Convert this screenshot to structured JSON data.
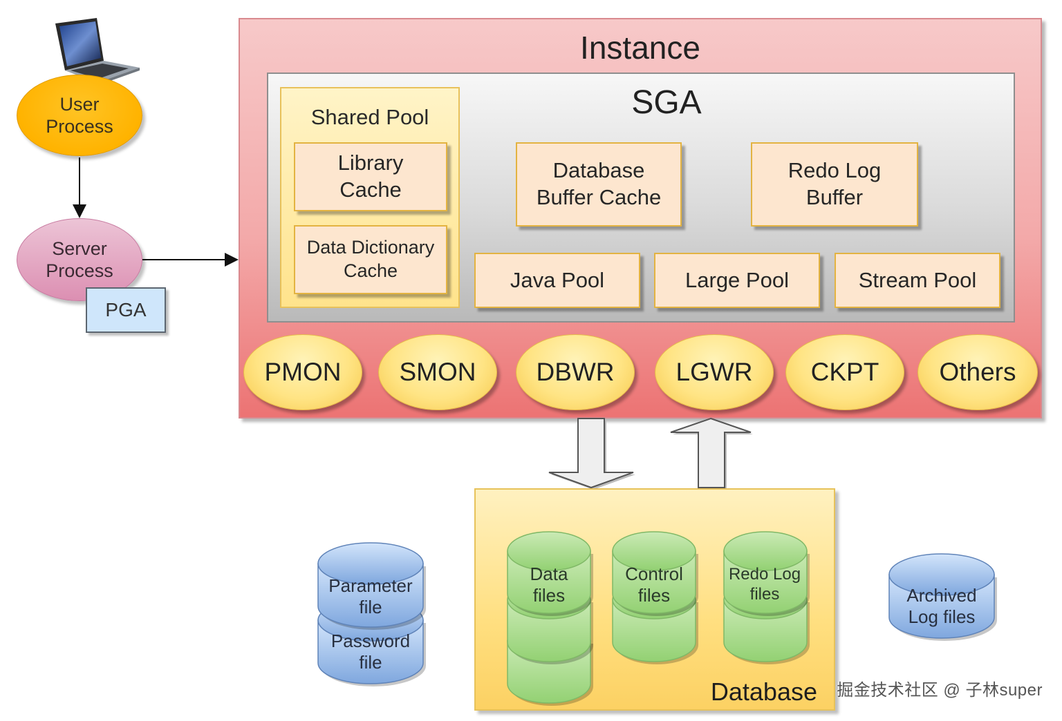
{
  "diagram": {
    "title": "Oracle Database Architecture",
    "client": {
      "icon": "laptop-icon",
      "user_process": "User\nProcess",
      "server_process": "Server\nProcess",
      "pga": "PGA"
    },
    "instance": {
      "title": "Instance",
      "sga": {
        "title": "SGA",
        "shared_pool": {
          "title": "Shared Pool",
          "library_cache": "Library\nCache",
          "data_dictionary_cache": "Data Dictionary\nCache"
        },
        "database_buffer_cache": "Database\nBuffer Cache",
        "redo_log_buffer": "Redo Log\nBuffer",
        "java_pool": "Java Pool",
        "large_pool": "Large Pool",
        "stream_pool": "Stream Pool"
      },
      "background_processes": [
        "PMON",
        "SMON",
        "DBWR",
        "LGWR",
        "CKPT",
        "Others"
      ]
    },
    "database": {
      "title": "Database",
      "data_files": "Data\nfiles",
      "control_files": "Control\nfiles",
      "redo_log_files": "Redo Log\nfiles"
    },
    "external_files": {
      "parameter_file": "Parameter\nfile",
      "password_file": "Password\nfile",
      "archived_log_files": "Archived\nLog files"
    },
    "watermark": "掘金技术社区 @ 子林super",
    "colors": {
      "instance": "#f3a9a9",
      "sga": "#dadada",
      "shared_pool": "#ffe38c",
      "memory_area": "#fde6cf",
      "process": "#ffe484",
      "user_process": "#ffb300",
      "server_process": "#dc8fb2",
      "pga": "#cfe6fb",
      "database": "#ffdf80",
      "db_file": "#a8dc8c",
      "external_file": "#9dbfea"
    }
  }
}
